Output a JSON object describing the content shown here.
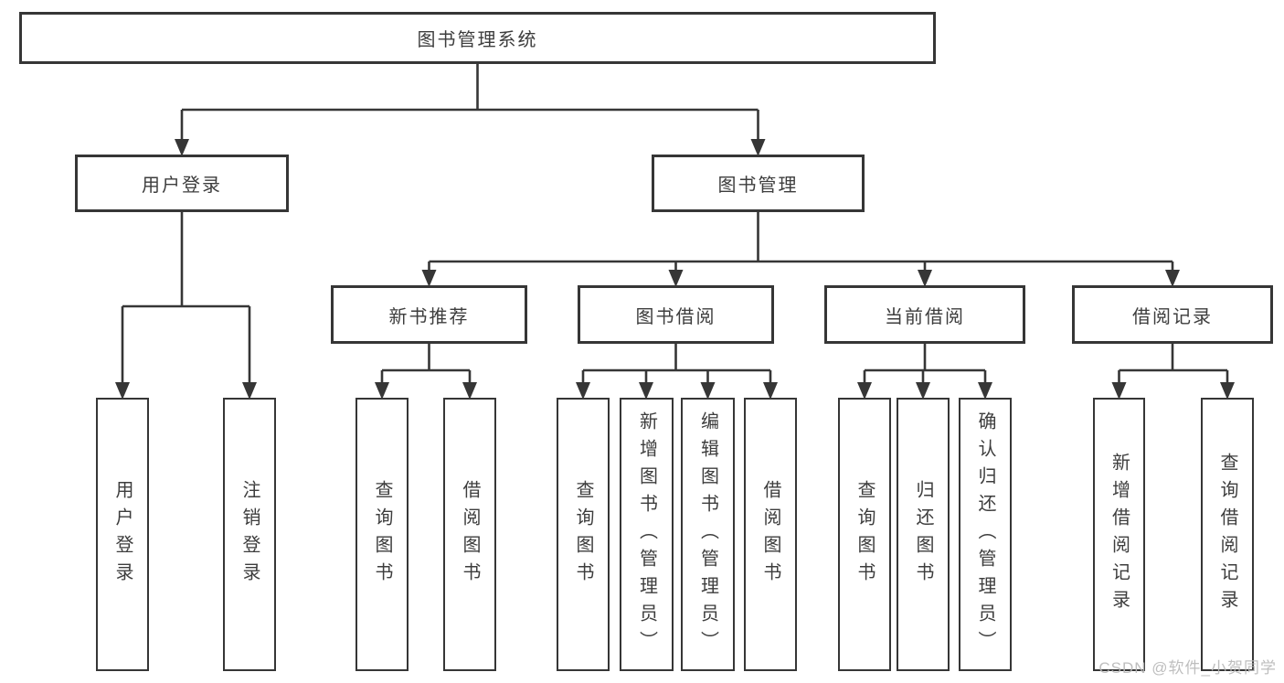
{
  "colors": {
    "background": "#ffffff",
    "line": "#363636",
    "box_border": "#363636",
    "text": "#3d3d3d",
    "watermark": "#b8b8b8"
  },
  "diagram": {
    "root": {
      "label": "图书管理系统"
    },
    "level2": [
      {
        "label": "用户登录"
      },
      {
        "label": "图书管理"
      }
    ],
    "level3": [
      {
        "label": "新书推荐"
      },
      {
        "label": "图书借阅"
      },
      {
        "label": "当前借阅"
      },
      {
        "label": "借阅记录"
      }
    ],
    "leaves": {
      "user_login": [
        {
          "label": "用户登录"
        },
        {
          "label": "注销登录"
        }
      ],
      "new_books": [
        {
          "label": "查询图书"
        },
        {
          "label": "借阅图书"
        }
      ],
      "book_borrow": [
        {
          "label": "查询图书"
        },
        {
          "label": "新增图书（管理员）"
        },
        {
          "label": "编辑图书（管理员）"
        },
        {
          "label": "借阅图书"
        }
      ],
      "current_borrow": [
        {
          "label": "查询图书"
        },
        {
          "label": "归还图书"
        },
        {
          "label": "确认归还（管理员）"
        }
      ],
      "borrow_records": [
        {
          "label": "新增借阅记录"
        },
        {
          "label": "查询借阅记录"
        }
      ]
    }
  },
  "watermark": {
    "text": "CSDN @软件_小贺同学"
  }
}
